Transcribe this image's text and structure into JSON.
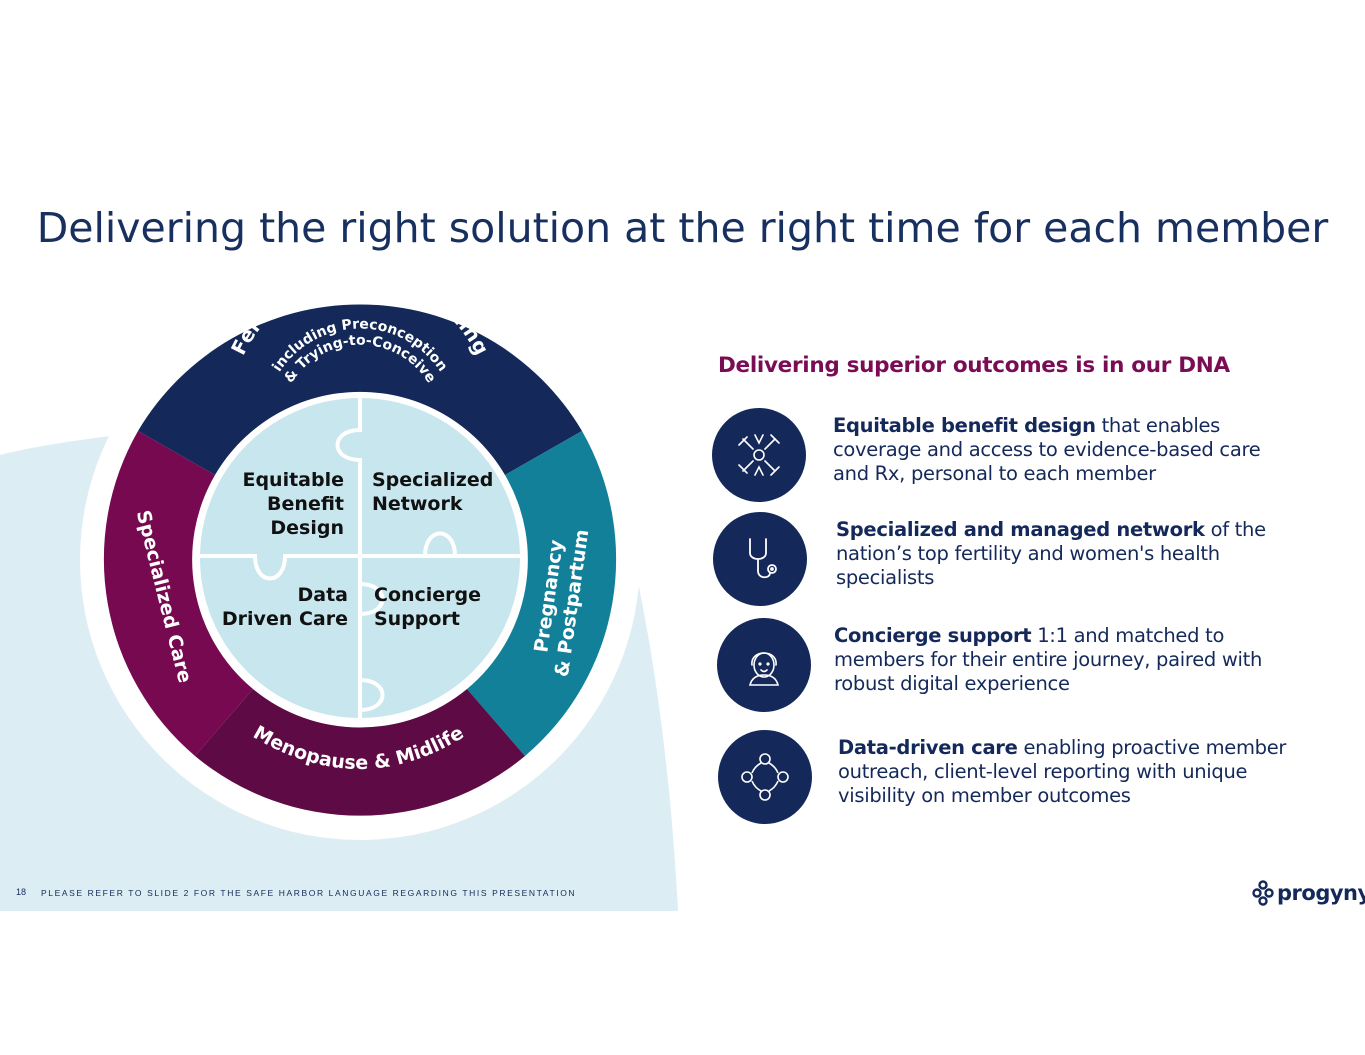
{
  "slide": {
    "title": "Delivering the right solution at the right time for each member",
    "page_number": "18",
    "footer_note": "PLEASE REFER TO SLIDE 2 FOR THE SAFE HARBOR LANGUAGE REGARDING THIS PRESENTATION",
    "logo_text": "progyny"
  },
  "wheel": {
    "segments": [
      {
        "line1": "Fertility & Family Building",
        "line2": "including Preconception",
        "line3": "& Trying-to-Conceive",
        "color": "#14295a"
      },
      {
        "line1": "Pregnancy",
        "line2": "& Postpartum",
        "color": "#13809a"
      },
      {
        "line1": "Menopause & Midlife",
        "color": "#5e0a45"
      },
      {
        "line1": "Specialized Care",
        "color": "#76094f"
      }
    ],
    "puzzle": {
      "top_left": [
        "Equitable",
        "Benefit",
        "Design"
      ],
      "top_right": [
        "Specialized",
        "Network"
      ],
      "bottom_left": [
        "Data",
        "Driven Care"
      ],
      "bottom_right": [
        "Concierge",
        "Support"
      ],
      "color": "#c8e6ee"
    }
  },
  "outcomes": {
    "heading": "Delivering superior outcomes is in our DNA",
    "items": [
      {
        "icon": "hands-together-icon",
        "bold": "Equitable benefit design",
        "rest": " that enables coverage and access to evidence-based care and Rx, personal to each member"
      },
      {
        "icon": "stethoscope-icon",
        "bold": "Specialized and managed network",
        "rest": " of the nation’s top fertility and women's health specialists"
      },
      {
        "icon": "support-agent-icon",
        "bold": "Concierge support",
        "rest": " 1:1 and matched to members for their entire journey, paired with robust digital experience"
      },
      {
        "icon": "connected-nodes-icon",
        "bold": "Data-driven care",
        "rest": " enabling proactive member outreach, client-level reporting with unique visibility on member outcomes"
      }
    ]
  },
  "colors": {
    "navy": "#14295a",
    "plum": "#7a0c56",
    "teal": "#13809a",
    "light_blue_bg": "#dceef4"
  }
}
